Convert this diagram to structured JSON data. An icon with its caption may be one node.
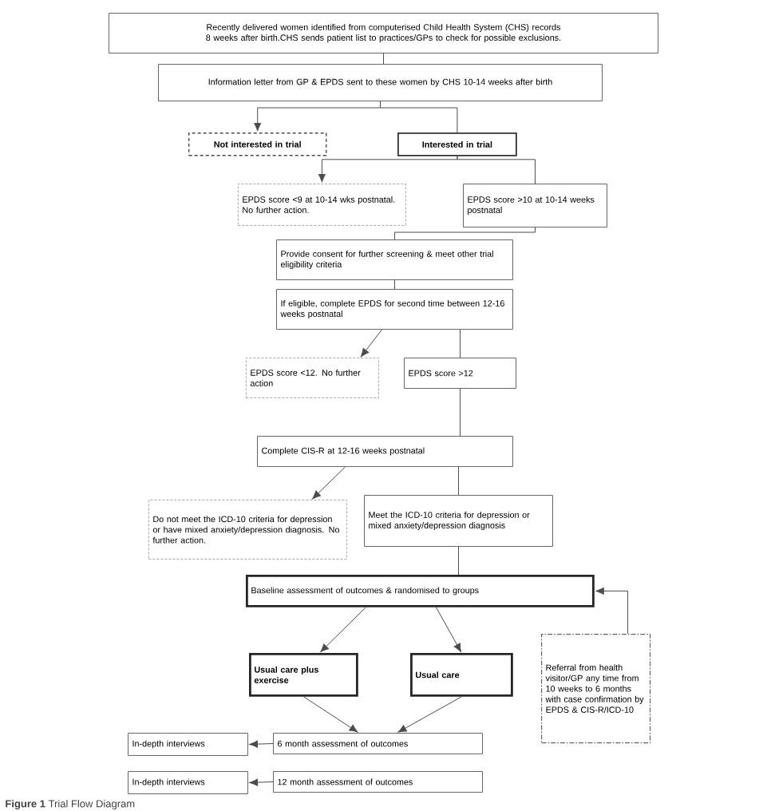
{
  "diagram": {
    "caption": "**Figure 1** Trial Flow Diagram",
    "nodes": [
      {
        "text": [
          "Recently delivered women identified from computerised Child Health System (CHS) records 8 weeks after birth.CHS sends patient list to practices/GPs to check for possible exclusions."
        ]
      },
      {
        "text": [
          "Information letter from GP & EPDS sent to these women by CHS 10-14 weeks after birth"
        ]
      },
      {
        "text": [
          "Not interested in trial"
        ]
      },
      {
        "text": [
          "Interested in trial"
        ]
      },
      {
        "text": [
          "EPDS score <9 at 10-14 wks postnatal. No further action."
        ]
      },
      {
        "text": [
          "EPDS score >10 at 10-14 weeks postnatal"
        ]
      },
      {
        "text": [
          "Provide consent for further screening & meet other trial eligibility criteria"
        ]
      },
      {
        "text": [
          "If eligible, complete EPDS for second time between 12-16 weeks postnatal"
        ]
      },
      {
        "text": [
          "EPDS score <12. No further action"
        ]
      },
      {
        "text": [
          "EPDS score >12"
        ]
      },
      {
        "text": [
          "Complete CIS-R at 12-16 weeks postnatal"
        ]
      },
      {
        "text": [
          "Do not meet the ICD-10 criteria for depression or have mixed anxiety/depression diagnosis. No further action."
        ]
      },
      {
        "text": [
          "Meet the ICD-10 criteria for depression or mixed anxiety/depression diagnosis"
        ]
      },
      {
        "text": [
          "Baseline assessment of outcomes & randomised to groups"
        ]
      },
      {
        "text": [
          "Usual care plus exercise"
        ]
      },
      {
        "text": [
          "Usual care"
        ]
      },
      {
        "text": [
          "Referral from health visitor/GP any time from 10 weeks to 6 months with case confirmation by EPDS & CIS-R/ICD-10"
        ]
      },
      {
        "text": [
          "6 month assessment of outcomes"
        ]
      },
      {
        "text": [
          "In-depth interviews"
        ]
      },
      {
        "text": [
          "12 month assessment of outcomes"
        ]
      },
      {
        "text": [
          "In-depth interviews"
        ]
      }
    ],
    "edges": [
      {
        "from": 0,
        "to": 1,
        "arrow": "none"
      },
      {
        "from": 1,
        "to": 2,
        "arrow": "to"
      },
      {
        "from": 1,
        "to": 3,
        "arrow": "none"
      },
      {
        "from": 3,
        "to": 4,
        "arrow": "to"
      },
      {
        "from": 3,
        "to": 5,
        "arrow": "none"
      },
      {
        "from": 5,
        "to": 6,
        "arrow": "none"
      },
      {
        "from": 6,
        "to": 7,
        "arrow": "none"
      },
      {
        "from": 7,
        "to": 8,
        "arrow": "to"
      },
      {
        "from": 7,
        "to": 9,
        "arrow": "none"
      },
      {
        "from": 9,
        "to": 10,
        "arrow": "none"
      },
      {
        "from": 10,
        "to": 11,
        "arrow": "to"
      },
      {
        "from": 10,
        "to": 12,
        "arrow": "none"
      },
      {
        "from": 12,
        "to": 13,
        "arrow": "none"
      },
      {
        "from": 13,
        "to": 14,
        "arrow": "to"
      },
      {
        "from": 13,
        "to": 15,
        "arrow": "to"
      },
      {
        "from": 16,
        "to": 13,
        "arrow": "to"
      },
      {
        "from": 14,
        "to": 17,
        "arrow": "to"
      },
      {
        "from": 15,
        "to": 17,
        "arrow": "to"
      },
      {
        "from": 17,
        "to": 18,
        "arrow": "to"
      },
      {
        "from": 19,
        "to": 20,
        "arrow": "to"
      }
    ]
  }
}
